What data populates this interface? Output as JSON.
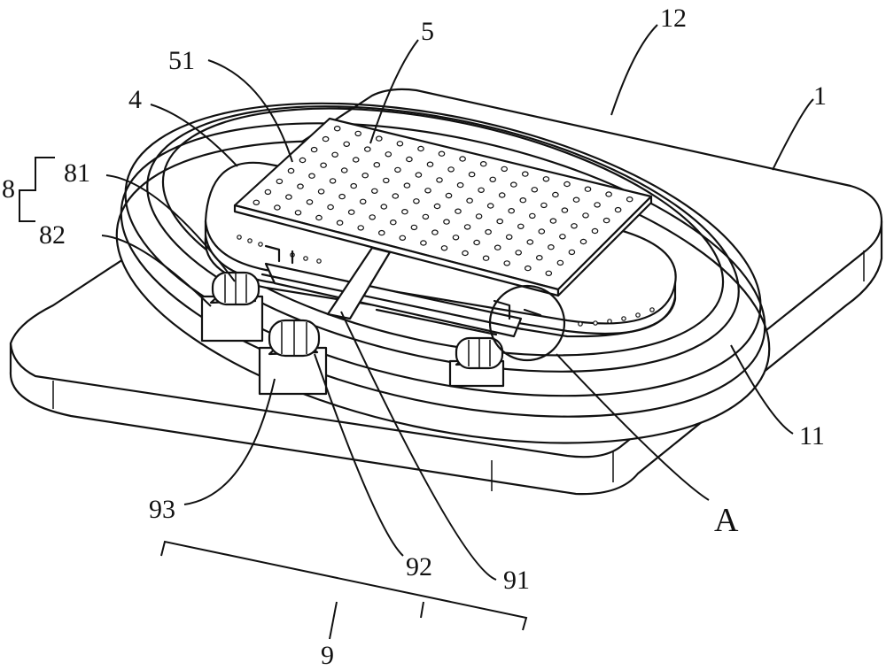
{
  "labels": {
    "l1": "1",
    "l12": "12",
    "l5": "5",
    "l51": "51",
    "l4": "4",
    "l8": "8",
    "l81": "81",
    "l82": "82",
    "l11": "11",
    "lA": "A",
    "l93": "93",
    "l92": "92",
    "l91": "91",
    "l9": "9"
  }
}
